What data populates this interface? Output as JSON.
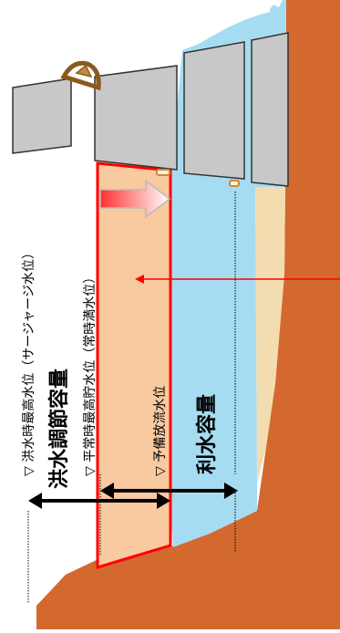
{
  "labels": {
    "surcharge_level": "▽ 洪水時最高水位（サージャージ水位）",
    "normal_high_level": "▽ 平常時最高貯水位（常時満水位）",
    "reserve_discharge_level": "▽ 予備放流水位",
    "flood_control_capacity": "洪水調節容量",
    "water_use_capacity": "利水容量"
  },
  "colors": {
    "dam_red_orange": "#d3692f",
    "gate_gray": "#c8c8c8",
    "water_blue": "#a6dcf2",
    "sediment_beige": "#f3ddb0",
    "flood_zone_fill": "#f9c9a0",
    "highlight_red": "#ff0000",
    "gate_hoist": "#c98a3c"
  }
}
